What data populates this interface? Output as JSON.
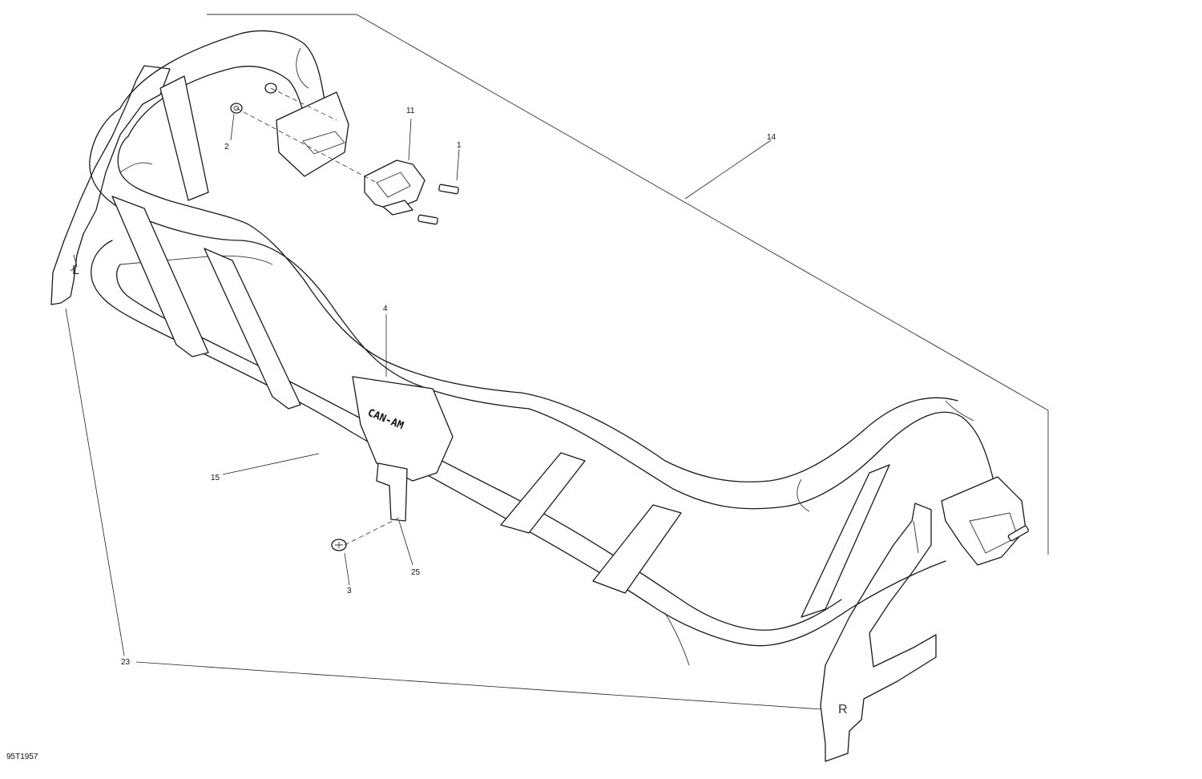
{
  "diagram": {
    "figure_id": "95T1957",
    "callouts": [
      {
        "id": "c1",
        "label": "1"
      },
      {
        "id": "c2",
        "label": "2"
      },
      {
        "id": "c3",
        "label": "3"
      },
      {
        "id": "c4",
        "label": "4"
      },
      {
        "id": "c11",
        "label": "11"
      },
      {
        "id": "c14",
        "label": "14"
      },
      {
        "id": "c15",
        "label": "15"
      },
      {
        "id": "c23",
        "label": "23"
      },
      {
        "id": "c25",
        "label": "25"
      }
    ],
    "plate_stamp": "CAN-AM",
    "side_marks": {
      "left": "L",
      "right": "R"
    }
  }
}
